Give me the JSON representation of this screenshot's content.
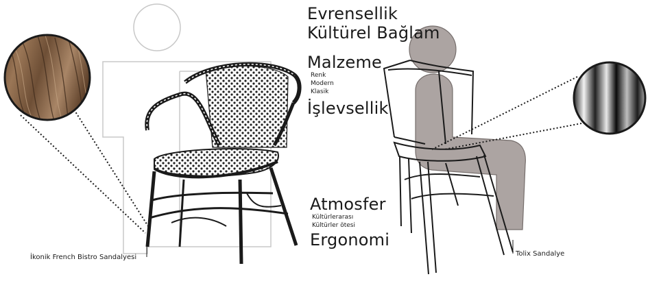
{
  "concepts": {
    "evrensellik": "Evrensellik",
    "kulturel_baglam": "Kültürel Bağlam",
    "malzeme": "Malzeme",
    "renk": "Renk",
    "modern": "Modern",
    "klasik": "Klasik",
    "islevsellik": "İşlevsellik",
    "atmosfer": "Atmosfer",
    "kulturlerarasi": "Kültürlerarası",
    "kulturler_otesi": "Kültürler ötesi",
    "ergonomi": "Ergonomi"
  },
  "captions": {
    "bistro": "İkonik French Bistro Sandalyesi",
    "tolix": "Tolix Sandalye"
  },
  "colors": {
    "figure_fill": "#a8a09e",
    "figure_stroke": "#6e6664",
    "outline": "#c8c8c8",
    "wood_base": "#7a5a3e",
    "ink": "#1a1a1a"
  }
}
